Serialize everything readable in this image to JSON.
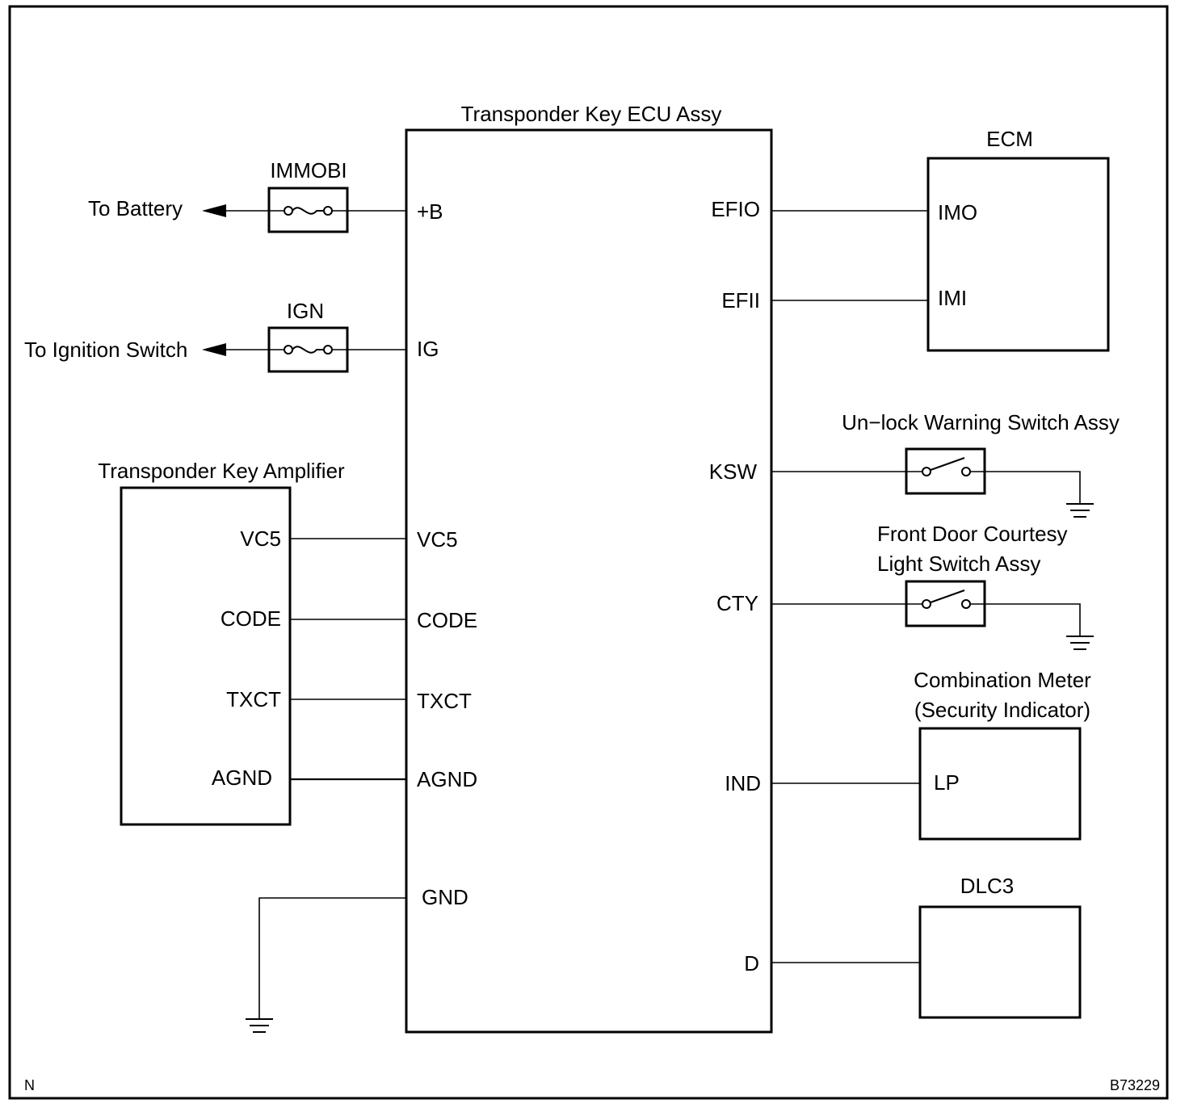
{
  "ecu": {
    "title": "Transponder Key ECU Assy",
    "pins_left": [
      "+B",
      "IG",
      "VC5",
      "CODE",
      "TXCT",
      "AGND",
      "GND"
    ],
    "pins_right": [
      "EFIO",
      "EFII",
      "KSW",
      "CTY",
      "IND",
      "D"
    ]
  },
  "fuses": {
    "immobi": "IMMOBI",
    "ign": "IGN"
  },
  "sources": {
    "battery": "To Battery",
    "ignition": "To Ignition Switch"
  },
  "amplifier": {
    "title": "Transponder Key Amplifier",
    "pins": [
      "VC5",
      "CODE",
      "TXCT",
      "AGND"
    ]
  },
  "ecm": {
    "title": "ECM",
    "pins": [
      "IMO",
      "IMI"
    ]
  },
  "unlock_switch": {
    "title": "Un−lock Warning Switch Assy"
  },
  "door_switch": {
    "title_line1": "Front Door Courtesy",
    "title_line2": "Light Switch Assy"
  },
  "meter": {
    "title_line1": "Combination Meter",
    "title_line2": "(Security Indicator)",
    "pin": "LP"
  },
  "dlc3": {
    "title": "DLC3"
  },
  "corner": {
    "left": "N",
    "right": "B73229"
  }
}
